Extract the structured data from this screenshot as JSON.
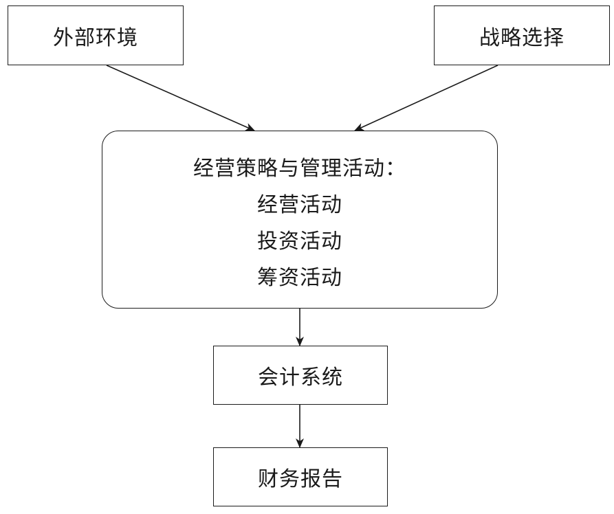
{
  "diagram": {
    "nodes": {
      "external_environment": "外部环境",
      "strategy_choice": "战略选择",
      "center": {
        "heading": "经营策略与管理活动：",
        "activities": [
          "经营活动",
          "投资活动",
          "筹资活动"
        ]
      },
      "accounting_system": "会计系统",
      "financial_report": "财务报告"
    },
    "edges": [
      {
        "from": "external_environment",
        "to": "center"
      },
      {
        "from": "strategy_choice",
        "to": "center"
      },
      {
        "from": "center",
        "to": "accounting_system"
      },
      {
        "from": "accounting_system",
        "to": "financial_report"
      }
    ],
    "colors": {
      "stroke": "#1a1a1a",
      "background": "#ffffff"
    }
  }
}
